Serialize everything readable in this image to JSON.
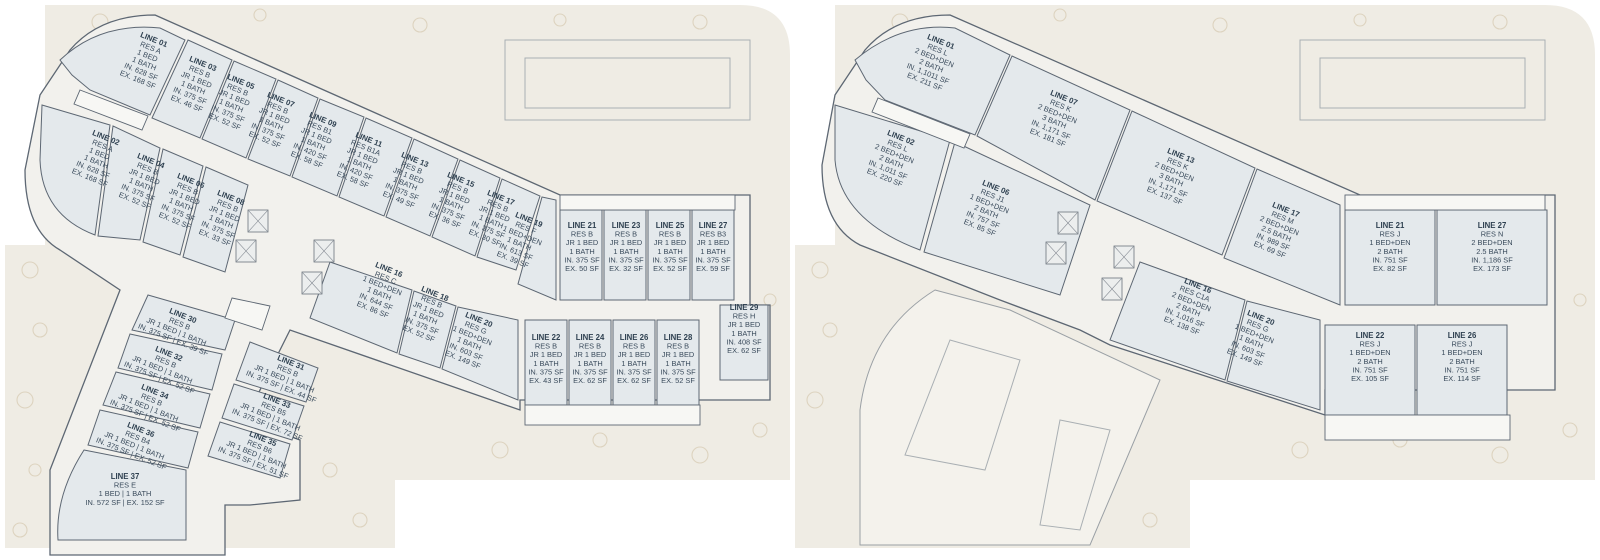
{
  "plans": [
    {
      "id": "floor-a",
      "units": [
        {
          "line": "LINE 01",
          "lines": [
            "RES A",
            "1 BED",
            "1 BATH",
            "IN. 628 SF",
            "EX. 168 SF"
          ]
        },
        {
          "line": "LINE 02",
          "lines": [
            "RES A",
            "1 BED",
            "1 BATH",
            "IN. 628 SF",
            "EX. 168 SF"
          ]
        },
        {
          "line": "LINE 03",
          "lines": [
            "RES B",
            "JR 1 BED",
            "1 BATH",
            "IN. 375 SF",
            "EX. 46 SF"
          ]
        },
        {
          "line": "LINE 04",
          "lines": [
            "RES B",
            "JR 1 BED",
            "1 BATH",
            "IN. 375 SF",
            "EX. 52 SF"
          ]
        },
        {
          "line": "LINE 05",
          "lines": [
            "RES B",
            "JR 1 BED",
            "1 BATH",
            "IN. 375 SF",
            "EX. 52 SF"
          ]
        },
        {
          "line": "LINE 06",
          "lines": [
            "RES B",
            "JR 1 BED",
            "1 BATH",
            "IN. 375 SF",
            "EX. 52 SF"
          ]
        },
        {
          "line": "LINE 07",
          "lines": [
            "RES B",
            "JR 1 BED",
            "1 BATH",
            "IN. 375 SF",
            "EX. 52 SF"
          ]
        },
        {
          "line": "LINE 08",
          "lines": [
            "RES B",
            "JR 1 BED",
            "1 BATH",
            "IN. 375 SF",
            "EX. 33 SF"
          ]
        },
        {
          "line": "LINE 09",
          "lines": [
            "RES B1",
            "JR 1 BED",
            "1 BATH",
            "IN. 420 SF",
            "EX. 58 SF"
          ]
        },
        {
          "line": "LINE 11",
          "lines": [
            "RES B1A",
            "JR 1 BED",
            "1 BATH",
            "IN. 420 SF",
            "EX. 58 SF"
          ]
        },
        {
          "line": "LINE 13",
          "lines": [
            "RES B",
            "JR 1 BED",
            "1 BATH",
            "IN. 375 SF",
            "EX. 49 SF"
          ]
        },
        {
          "line": "LINE 15",
          "lines": [
            "RES B",
            "JR 1 BED",
            "1 BATH",
            "IN. 375 SF",
            "EX. 36 SF"
          ]
        },
        {
          "line": "LINE 17",
          "lines": [
            "RES B",
            "JR 1 BED",
            "1 BATH",
            "IN. 375 SF",
            "EX. 30 SF"
          ]
        },
        {
          "line": "LINE 19",
          "lines": [
            "RES F",
            "1 BED+DEN",
            "1 BATH",
            "IN. 613 SF",
            "EX. 39 SF"
          ]
        },
        {
          "line": "LINE 16",
          "lines": [
            "RES C",
            "1 BED+DEN",
            "1 BATH",
            "IN. 644 SF",
            "EX. 86 SF"
          ]
        },
        {
          "line": "LINE 18",
          "lines": [
            "RES B",
            "JR 1 BED",
            "1 BATH",
            "IN. 375 SF",
            "EX. 52 SF"
          ]
        },
        {
          "line": "LINE 20",
          "lines": [
            "RES G",
            "1 BED+DEN",
            "1 BATH",
            "IN. 603 SF",
            "EX. 149 SF"
          ]
        },
        {
          "line": "LINE 21",
          "lines": [
            "RES B",
            "JR 1 BED",
            "1 BATH",
            "IN. 375 SF",
            "EX. 50 SF"
          ]
        },
        {
          "line": "LINE 23",
          "lines": [
            "RES B",
            "JR 1 BED",
            "1 BATH",
            "IN. 375 SF",
            "EX. 32 SF"
          ]
        },
        {
          "line": "LINE 25",
          "lines": [
            "RES B",
            "JR 1 BED",
            "1 BATH",
            "IN. 375 SF",
            "EX. 52 SF"
          ]
        },
        {
          "line": "LINE 27",
          "lines": [
            "RES B3",
            "JR 1 BED",
            "1 BATH",
            "IN. 375 SF",
            "EX. 59 SF"
          ]
        },
        {
          "line": "LINE 29",
          "lines": [
            "RES H",
            "JR 1 BED",
            "1 BATH",
            "IN. 408 SF",
            "EX. 62 SF"
          ]
        },
        {
          "line": "LINE 22",
          "lines": [
            "RES B",
            "JR 1 BED",
            "1 BATH",
            "IN. 375 SF",
            "EX. 43 SF"
          ]
        },
        {
          "line": "LINE 24",
          "lines": [
            "RES B",
            "JR 1 BED",
            "1 BATH",
            "IN. 375 SF",
            "EX. 62 SF"
          ]
        },
        {
          "line": "LINE 26",
          "lines": [
            "RES B",
            "JR 1 BED",
            "1 BATH",
            "IN. 375 SF",
            "EX. 62 SF"
          ]
        },
        {
          "line": "LINE 28",
          "lines": [
            "RES B",
            "JR 1 BED",
            "1 BATH",
            "IN. 375 SF",
            "EX. 52 SF"
          ]
        },
        {
          "line": "LINE 30",
          "lines": [
            "RES B",
            "JR 1 BED | 1 BATH",
            "IN. 375 SF | EX. 39 SF"
          ]
        },
        {
          "line": "LINE 32",
          "lines": [
            "RES B",
            "JR 1 BED | 1 BATH",
            "IN. 375 SF | EX. 52 SF"
          ]
        },
        {
          "line": "LINE 34",
          "lines": [
            "RES B",
            "JR 1 BED | 1 BATH",
            "IN. 375 SF | EX. 52 SF"
          ]
        },
        {
          "line": "LINE 36",
          "lines": [
            "RES B4",
            "JR 1 BED | 1 BATH",
            "IN. 375 SF | EX. 52 SF"
          ]
        },
        {
          "line": "LINE 31",
          "lines": [
            "RES B",
            "JR 1 BED | 1 BATH",
            "IN. 375 SF | EX. 44 SF"
          ]
        },
        {
          "line": "LINE 33",
          "lines": [
            "RES B5",
            "JR 1 BED | 1 BATH",
            "IN. 375 SF | EX. 72 SF"
          ]
        },
        {
          "line": "LINE 35",
          "lines": [
            "RES B6",
            "JR 1 BED | 1 BATH",
            "IN. 375 SF | EX. 51 SF"
          ]
        },
        {
          "line": "LINE 37",
          "lines": [
            "RES E",
            "1 BED | 1 BATH",
            "IN. 572 SF | EX. 152 SF"
          ]
        }
      ]
    },
    {
      "id": "floor-b",
      "units": [
        {
          "line": "LINE 01",
          "lines": [
            "RES L",
            "2 BED+DEN",
            "2 BATH",
            "IN. 1,1011 SF",
            "EX. 211 SF"
          ]
        },
        {
          "line": "LINE 02",
          "lines": [
            "RES L",
            "2 BED+DEN",
            "2 BATH",
            "IN. 1,011 SF",
            "EX. 220 SF"
          ]
        },
        {
          "line": "LINE 07",
          "lines": [
            "RES K",
            "2 BED+DEN",
            "3 BATH",
            "IN. 1,171 SF",
            "EX. 181 SF"
          ]
        },
        {
          "line": "LINE 06",
          "lines": [
            "RES J1",
            "1 BED+DEN",
            "2 BATH",
            "IN. 757 SF",
            "EX. 85 SF"
          ]
        },
        {
          "line": "LINE 13",
          "lines": [
            "RES K",
            "2 BED+DEN",
            "3 BATH",
            "IN. 1,171 SF",
            "EX. 137 SF"
          ]
        },
        {
          "line": "LINE 17",
          "lines": [
            "RES M",
            "2 BED+DEN",
            "2.5 BATH",
            "IN. 989 SF",
            "EX. 69 SF"
          ]
        },
        {
          "line": "LINE 16",
          "lines": [
            "RES C1A",
            "2 BED+DEN",
            "2 BATH",
            "IN. 1,016 SF",
            "EX. 138 SF"
          ]
        },
        {
          "line": "LINE 20",
          "lines": [
            "RES G",
            "1 BED+DEN",
            "1 BATH",
            "IN. 603 SF",
            "EX. 149 SF"
          ]
        },
        {
          "line": "LINE 21",
          "lines": [
            "RES J",
            "1 BED+DEN",
            "2 BATH",
            "IN. 751 SF",
            "EX. 82 SF"
          ]
        },
        {
          "line": "LINE 27",
          "lines": [
            "RES N",
            "2 BED+DEN",
            "2.5 BATH",
            "IN. 1,186 SF",
            "EX. 173 SF"
          ]
        },
        {
          "line": "LINE 22",
          "lines": [
            "RES J",
            "1 BED+DEN",
            "2 BATH",
            "IN. 751 SF",
            "EX. 105 SF"
          ]
        },
        {
          "line": "LINE 26",
          "lines": [
            "RES J",
            "1 BED+DEN",
            "2 BATH",
            "IN. 751 SF",
            "EX. 114 SF"
          ]
        }
      ]
    }
  ],
  "colors": {
    "unit_fill": "#e4e9ec",
    "outline": "#5d6773",
    "label_text": "#3a4b5c",
    "landscape": "#efece4",
    "planting": "#ddd3bf"
  }
}
